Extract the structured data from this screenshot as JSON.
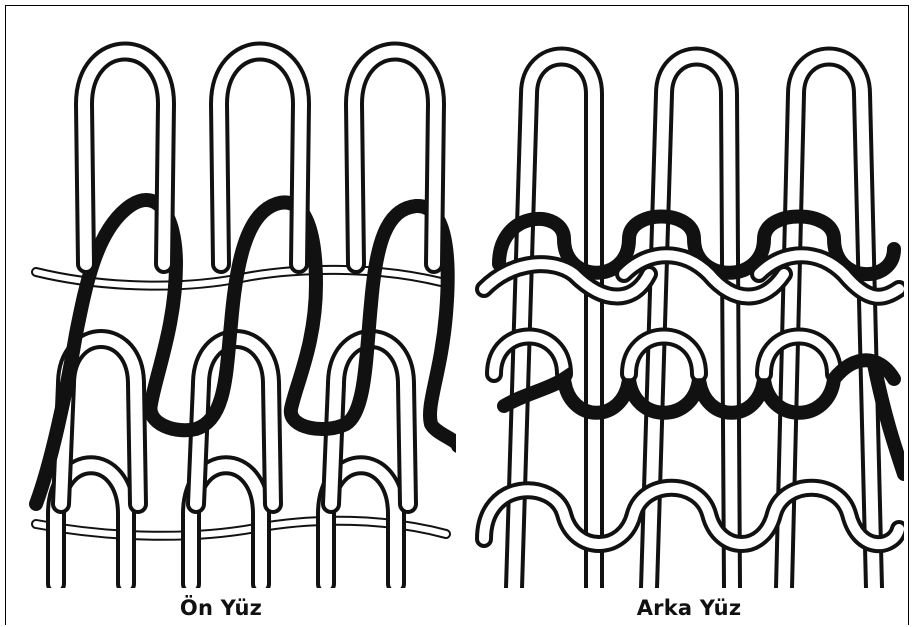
{
  "captions": {
    "front": "Ön Yüz",
    "back": "Arka Yüz"
  },
  "colors": {
    "background": "#ffffff",
    "yarn_dark": "#111111",
    "yarn_light": "#ffffff",
    "outline": "#111111"
  },
  "knit_structure": {
    "columns": 3,
    "rows": 3,
    "dark_yarn_row": 1
  }
}
